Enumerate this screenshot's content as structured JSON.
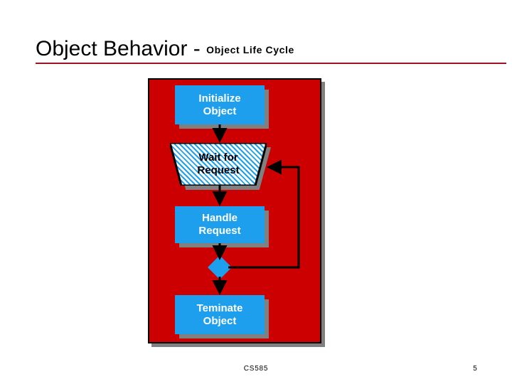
{
  "slide": {
    "title_main": "Object Behavior - ",
    "title_sub": "Object Life Cycle",
    "rule_color": "#9C1421"
  },
  "diagram": {
    "panel_color": "#CC0000",
    "shadow_color": "#808080",
    "node_fill": "#1E9FEE",
    "node_text_color": "#FFFFFF",
    "outline_color": "#000000",
    "nodes": [
      {
        "id": "initialize-object",
        "type": "process",
        "line1": "Initialize",
        "line2": "Object"
      },
      {
        "id": "wait-for-request",
        "type": "trapezoid",
        "line1": "Wait for",
        "line2": "Request"
      },
      {
        "id": "handle-request",
        "type": "process",
        "line1": "Handle",
        "line2": "Request"
      },
      {
        "id": "decision",
        "type": "diamond",
        "label": ""
      },
      {
        "id": "terminate-object",
        "type": "process",
        "line1": "Teminate",
        "line2": "Object"
      }
    ],
    "edges": [
      {
        "from": "initialize-object",
        "to": "wait-for-request",
        "kind": "straight-down"
      },
      {
        "from": "wait-for-request",
        "to": "handle-request",
        "kind": "straight-down"
      },
      {
        "from": "handle-request",
        "to": "decision",
        "kind": "straight-down"
      },
      {
        "from": "decision",
        "to": "wait-for-request",
        "kind": "feedback-loop-right"
      },
      {
        "from": "decision",
        "to": "terminate-object",
        "kind": "straight-down"
      }
    ]
  },
  "footer": {
    "course": "CS585",
    "page_number": "5"
  }
}
